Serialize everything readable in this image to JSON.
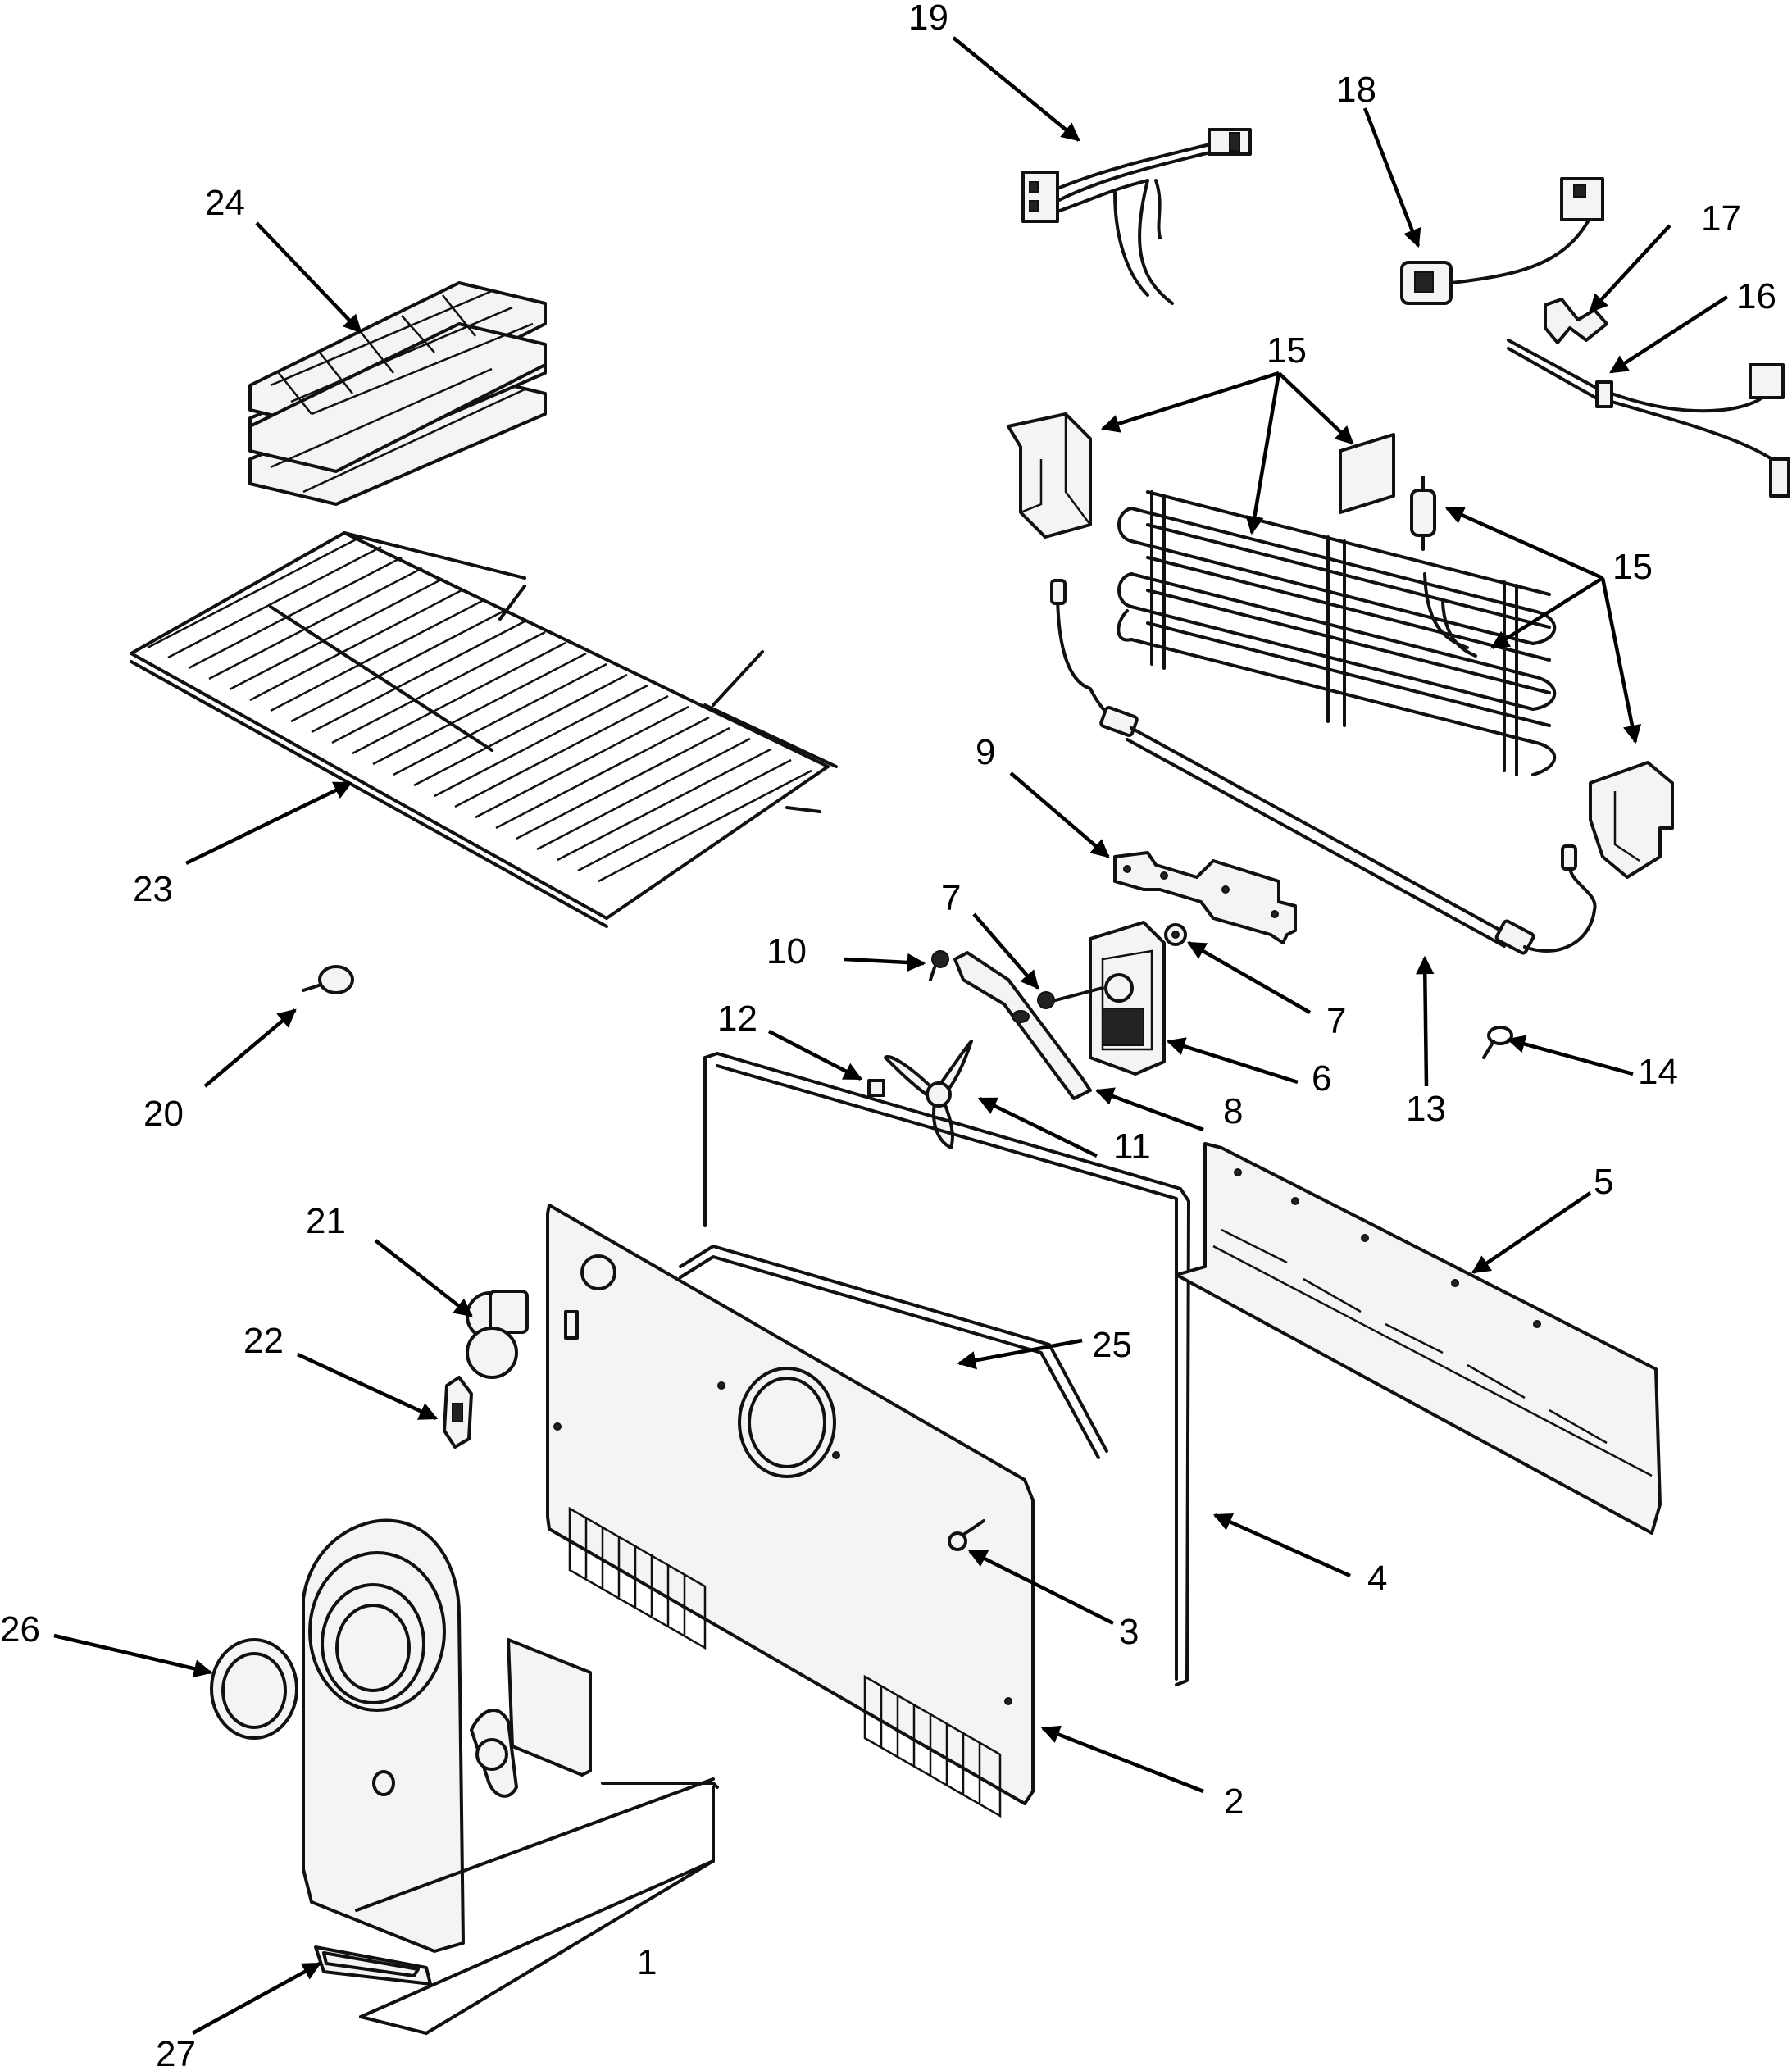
{
  "diagram": {
    "callouts": [
      {
        "id": "c1",
        "text": "1"
      },
      {
        "id": "c2",
        "text": "2"
      },
      {
        "id": "c3",
        "text": "3"
      },
      {
        "id": "c4",
        "text": "4"
      },
      {
        "id": "c5",
        "text": "5"
      },
      {
        "id": "c6",
        "text": "6"
      },
      {
        "id": "c7a",
        "text": "7"
      },
      {
        "id": "c7b",
        "text": "7"
      },
      {
        "id": "c8",
        "text": "8"
      },
      {
        "id": "c9",
        "text": "9"
      },
      {
        "id": "c10",
        "text": "10"
      },
      {
        "id": "c11",
        "text": "11"
      },
      {
        "id": "c12",
        "text": "12"
      },
      {
        "id": "c13",
        "text": "13"
      },
      {
        "id": "c14",
        "text": "14"
      },
      {
        "id": "c15a",
        "text": "15"
      },
      {
        "id": "c15b",
        "text": "15"
      },
      {
        "id": "c16",
        "text": "16"
      },
      {
        "id": "c17",
        "text": "17"
      },
      {
        "id": "c18",
        "text": "18"
      },
      {
        "id": "c19",
        "text": "19"
      },
      {
        "id": "c20",
        "text": "20"
      },
      {
        "id": "c21",
        "text": "21"
      },
      {
        "id": "c22",
        "text": "22"
      },
      {
        "id": "c23",
        "text": "23"
      },
      {
        "id": "c24",
        "text": "24"
      },
      {
        "id": "c25",
        "text": "25"
      },
      {
        "id": "c26",
        "text": "26"
      },
      {
        "id": "c27",
        "text": "27"
      }
    ]
  }
}
